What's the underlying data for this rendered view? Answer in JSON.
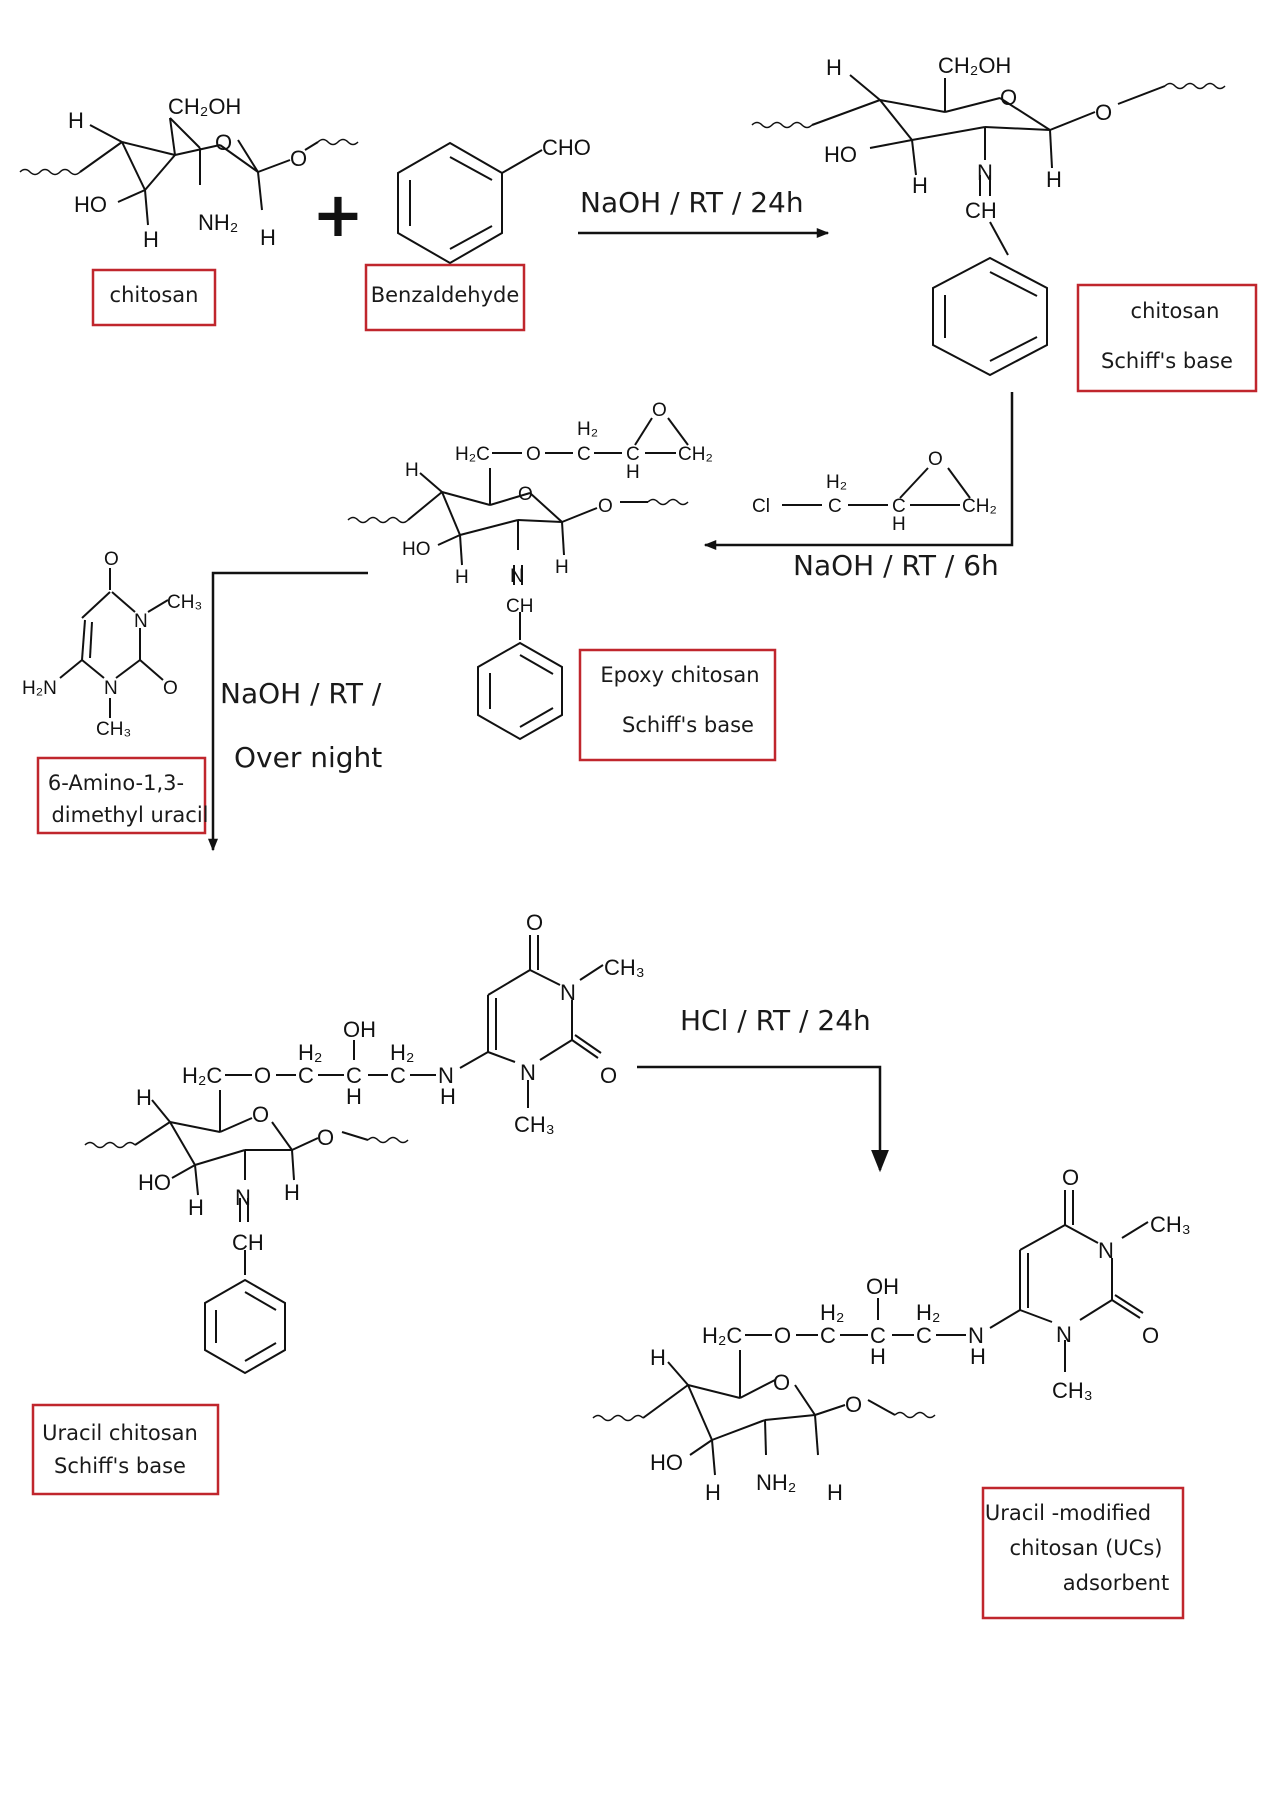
{
  "labels": {
    "chitosan": "chitosan",
    "benzaldehyde": "Benzaldehyde",
    "chitosan_schiff_line1": "chitosan",
    "chitosan_schiff_line2": "Schiff's base",
    "epoxy_line1": "Epoxy chitosan",
    "epoxy_line2": "Schiff's base",
    "aminouracil_line1": "6-Amino-1,3-",
    "aminouracil_line2": "dimethyl uracil",
    "uracil_schiff_line1": "Uracil chitosan",
    "uracil_schiff_line2": "Schiff's base",
    "ucs_line1": "Uracil -modified",
    "ucs_line2": "chitosan (UCs)",
    "ucs_line3": "adsorbent"
  },
  "conditions": {
    "step1": "NaOH / RT / 24h",
    "step2": "NaOH / RT / 6h",
    "step3_line1": "NaOH / RT /",
    "step3_line2": "Over night",
    "step4": "HCl / RT / 24h"
  },
  "plus": "+",
  "atoms": {
    "H": "H",
    "HO": "HO",
    "OH": "OH",
    "O": "O",
    "N": "N",
    "Cl": "Cl",
    "CH2OH": "CH₂OH",
    "NH2": "NH₂",
    "CHO": "CHO",
    "CH": "CH",
    "C": "C",
    "H2": "H₂",
    "H2C": "H₂C",
    "CH2": "CH₂",
    "CH3": "CH₃",
    "H2N": "H₂N"
  }
}
